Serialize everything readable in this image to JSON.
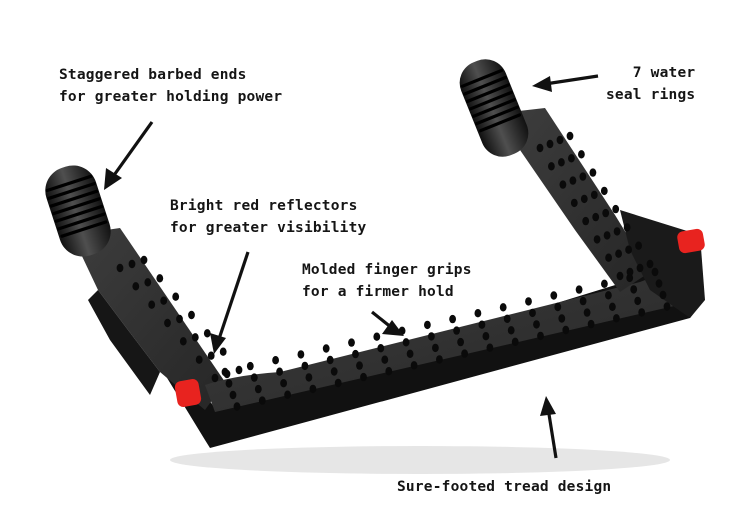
{
  "annotations": {
    "barbed_ends": {
      "line1": "Staggered barbed ends",
      "line2": "for greater holding power"
    },
    "water_seal": {
      "line1": "7 water",
      "line2": "seal rings"
    },
    "reflectors": {
      "line1": "Bright red reflectors",
      "line2": "for greater visibility"
    },
    "finger_grips": {
      "line1": "Molded finger grips",
      "line2": "for a firmer hold"
    },
    "tread": {
      "line1": "Sure-footed tread design"
    }
  },
  "colors": {
    "background": "#ffffff",
    "rubber": "#1b1b1b",
    "rubber_highlight": "#5a5a5a",
    "reflector": "#e8231f",
    "text": "#151515"
  }
}
